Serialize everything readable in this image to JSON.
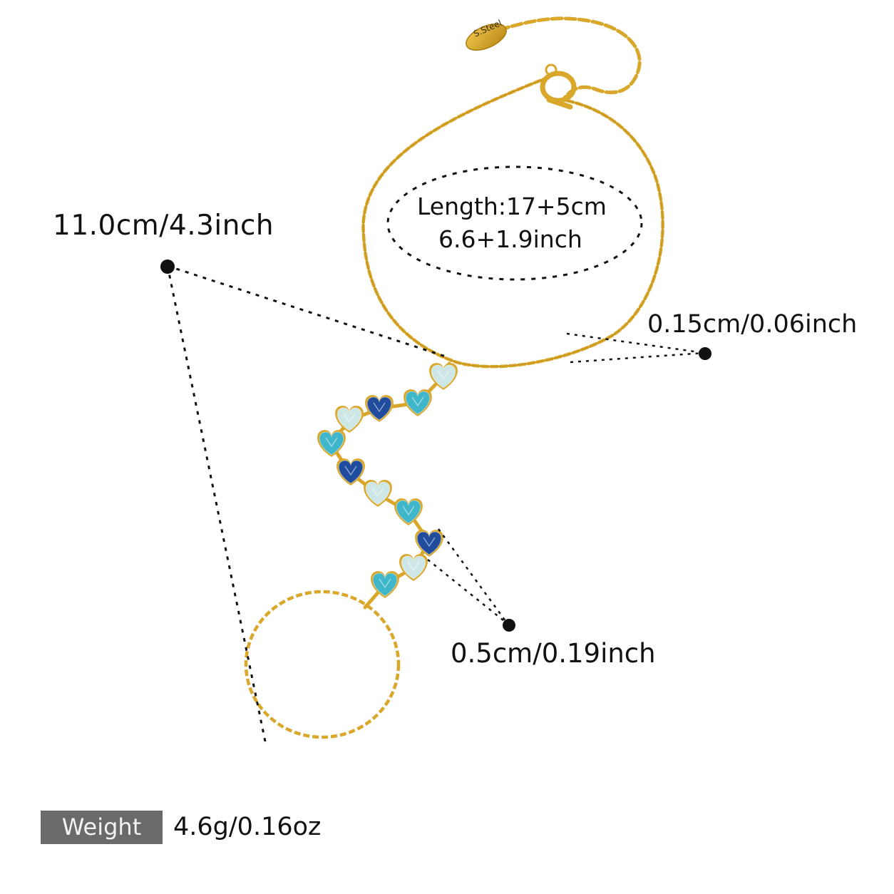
{
  "product": {
    "length_metric": "Length:17+5cm",
    "length_imperial": "6.6+1.9inch",
    "height_dimension": "11.0cm/4.3inch",
    "chain_width": "0.15cm/0.06inch",
    "stone_size": "0.5cm/0.19inch",
    "weight_label": "Weight",
    "weight_value": "4.6g/0.16oz",
    "tag_text": "S.Steel"
  },
  "colors": {
    "gold": "#d9a72a",
    "gold_dark": "#a97c10",
    "background": "#ffffff",
    "weight_box": "#6a6a6a",
    "stone_light": "#cde7e6",
    "stone_aqua": "#3fb6c9",
    "stone_navy": "#1f4c9c"
  },
  "stones": [
    {
      "tone": "light"
    },
    {
      "tone": "aqua"
    },
    {
      "tone": "navy"
    },
    {
      "tone": "light"
    },
    {
      "tone": "aqua"
    },
    {
      "tone": "navy"
    },
    {
      "tone": "light"
    },
    {
      "tone": "aqua"
    },
    {
      "tone": "navy"
    },
    {
      "tone": "light"
    },
    {
      "tone": "aqua"
    }
  ]
}
